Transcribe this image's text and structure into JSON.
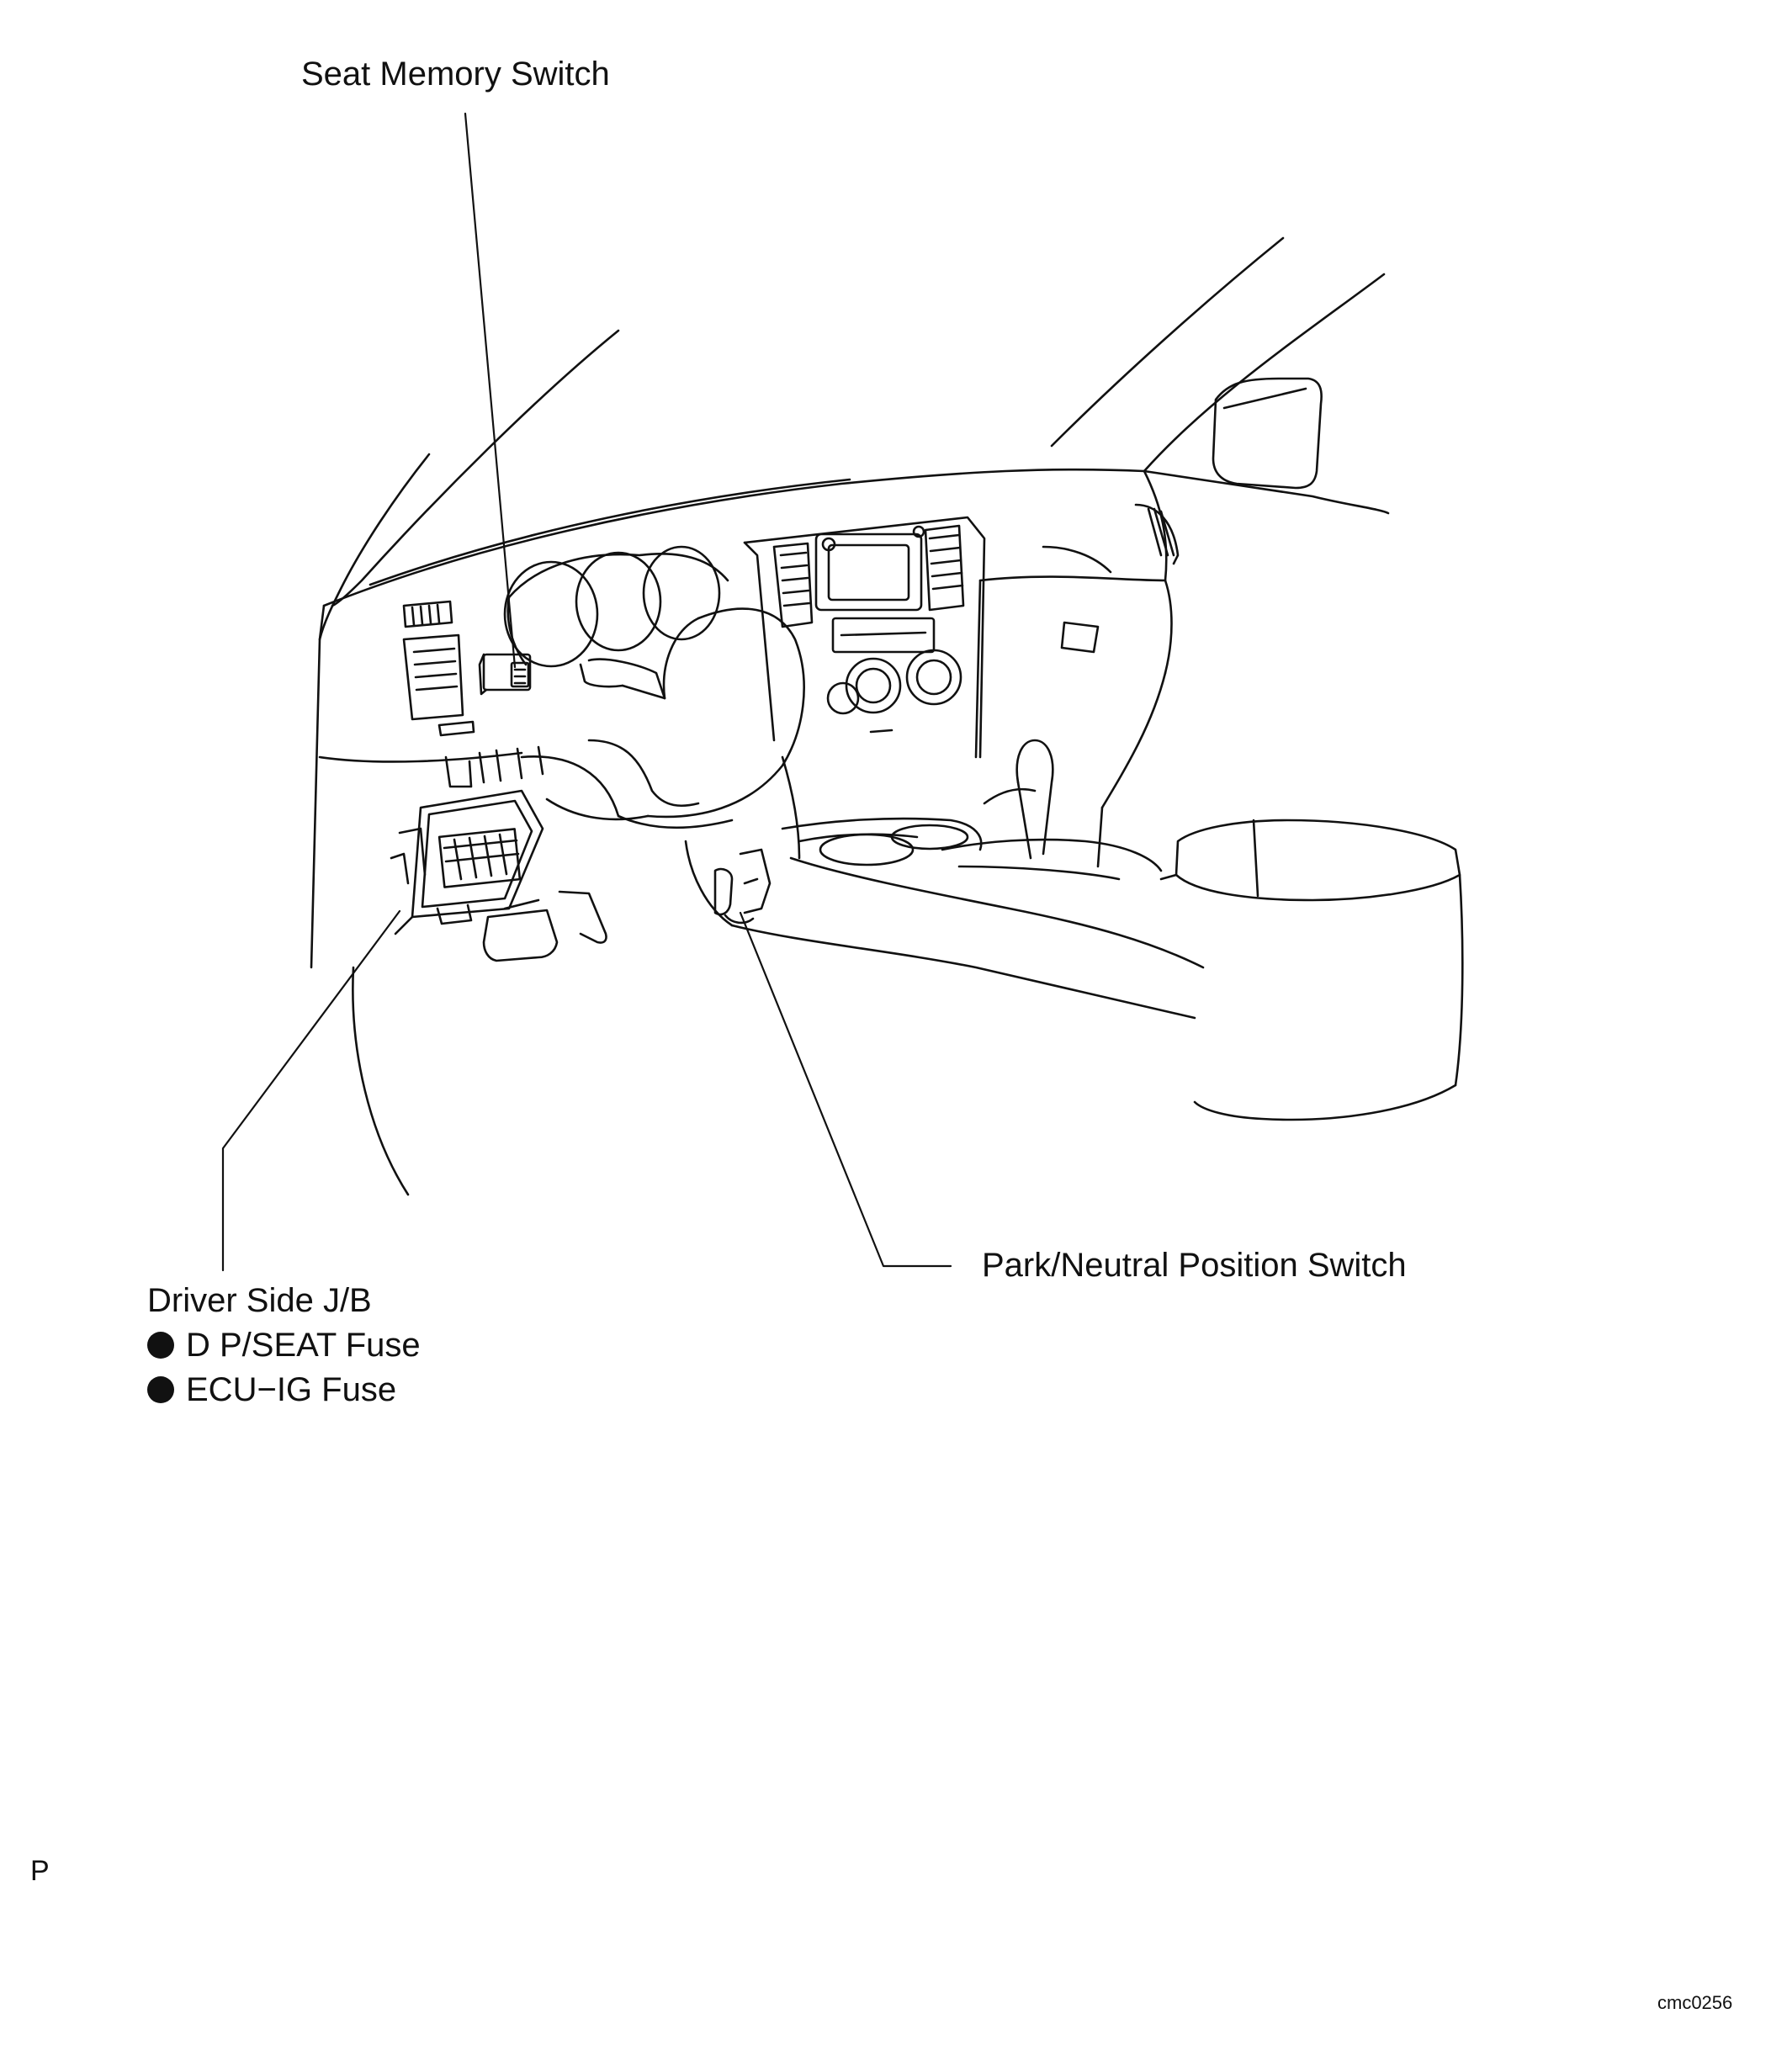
{
  "labels": {
    "seat_memory_switch": "Seat Memory Switch",
    "park_neutral_switch": "Park/Neutral Position Switch",
    "driver_side_jb": "Driver Side J/B",
    "fuse_d_pseat": "D P/SEAT Fuse",
    "fuse_ecu_ig": "ECU−IG Fuse",
    "page_letter": "P",
    "figure_code": "cmc0256"
  },
  "colors": {
    "line": "#111111",
    "background": "#ffffff"
  }
}
